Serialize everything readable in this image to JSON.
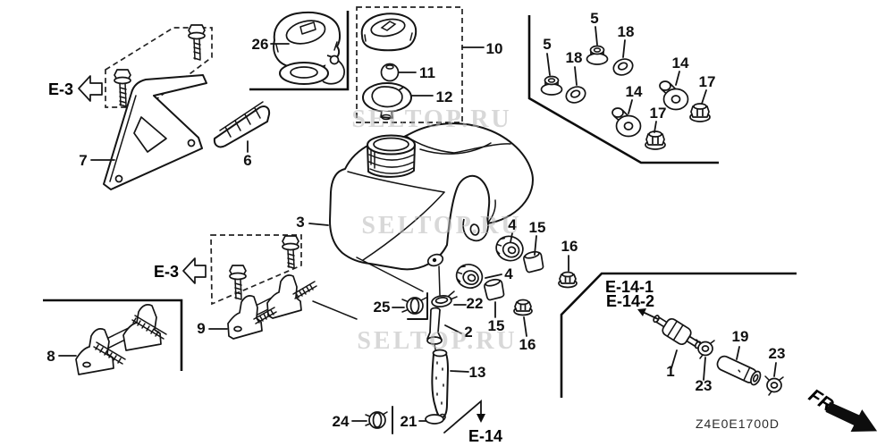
{
  "diagram": {
    "code": "Z4E0E1700D",
    "front_marker": "FR.",
    "watermark": "SELTOP.RU",
    "refs": {
      "e3": "E-3",
      "e14": "E-14",
      "e14_1": "E-14-1",
      "e14_2": "E-14-2"
    },
    "callouts": {
      "c1": "1",
      "c2": "2",
      "c3": "3",
      "c4": "4",
      "c5": "5",
      "c6": "6",
      "c7": "7",
      "c8": "8",
      "c9": "9",
      "c10": "10",
      "c11": "11",
      "c12": "12",
      "c13": "13",
      "c14": "14",
      "c15": "15",
      "c16": "16",
      "c17": "17",
      "c18": "18",
      "c19": "19",
      "c21": "21",
      "c22": "22",
      "c23": "23",
      "c24": "24",
      "c25": "25",
      "c26": "26"
    }
  }
}
